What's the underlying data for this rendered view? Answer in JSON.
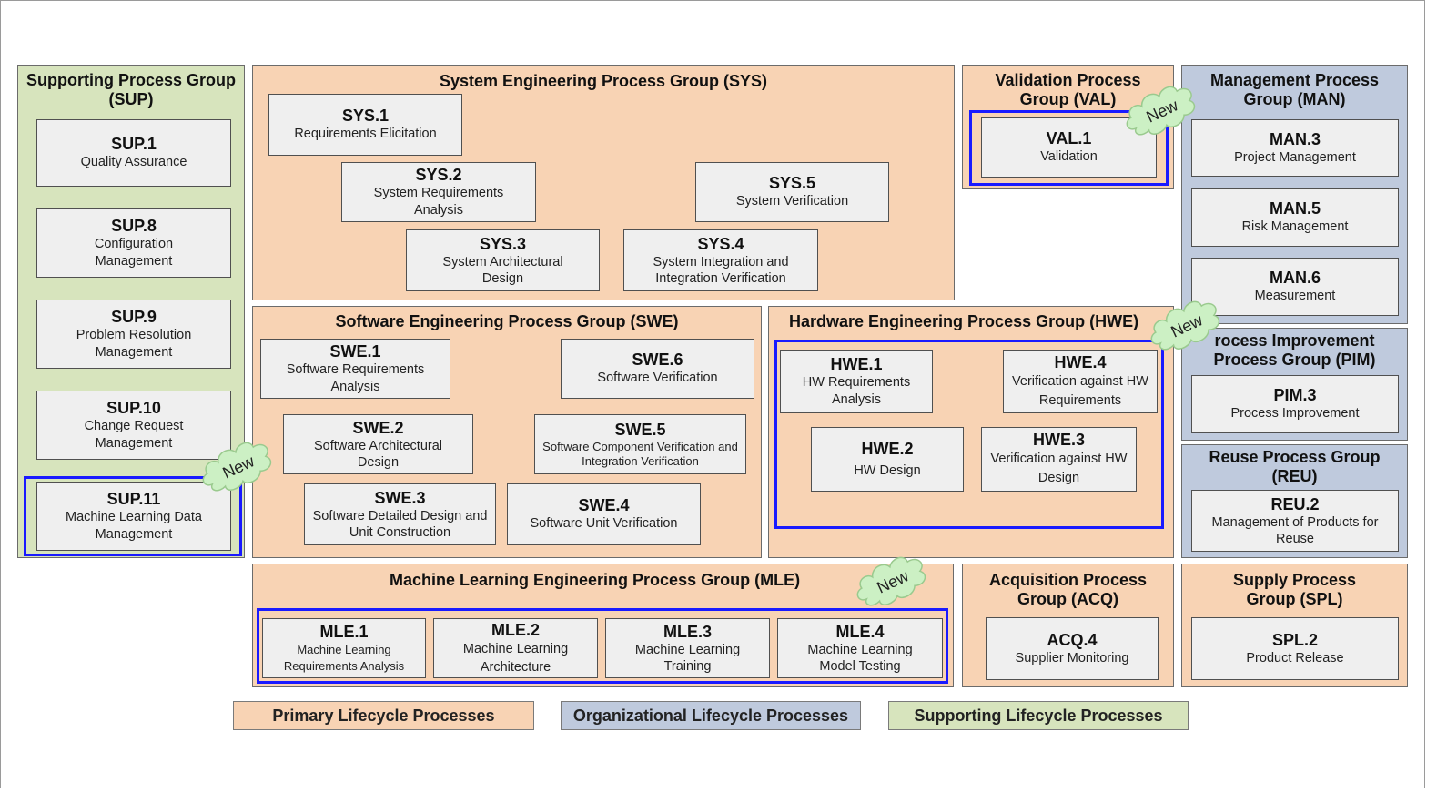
{
  "groups": {
    "sup": {
      "title": "Supporting Process Group (SUP)"
    },
    "sys": {
      "title": "System Engineering Process Group (SYS)"
    },
    "val": {
      "title": "Validation Process Group (VAL)"
    },
    "man": {
      "title": "Management Process Group (MAN)"
    },
    "swe": {
      "title": "Software Engineering Process Group (SWE)"
    },
    "hwe": {
      "title": "Hardware Engineering Process Group (HWE)"
    },
    "pim": {
      "title": "rocess Improvement Process Group (PIM)"
    },
    "reu": {
      "title": "Reuse Process Group (REU)"
    },
    "mle": {
      "title": "Machine Learning Engineering Process Group (MLE)"
    },
    "acq": {
      "title": "Acquisition Process Group (ACQ)"
    },
    "spl": {
      "title": "Supply Process Group (SPL)"
    }
  },
  "processes": {
    "sup1": {
      "code": "SUP.1",
      "name": "Quality Assurance"
    },
    "sup8": {
      "code": "SUP.8",
      "name": "Configuration Management"
    },
    "sup9": {
      "code": "SUP.9",
      "name": "Problem Resolution Management"
    },
    "sup10": {
      "code": "SUP.10",
      "name": "Change Request Management"
    },
    "sup11": {
      "code": "SUP.11",
      "name": "Machine Learning Data Management"
    },
    "sys1": {
      "code": "SYS.1",
      "name": "Requirements Elicitation"
    },
    "sys2": {
      "code": "SYS.2",
      "name": "System Requirements Analysis"
    },
    "sys3": {
      "code": "SYS.3",
      "name": "System Architectural Design"
    },
    "sys4": {
      "code": "SYS.4",
      "name": "System Integration and Integration Verification"
    },
    "sys5": {
      "code": "SYS.5",
      "name": "System Verification"
    },
    "val1": {
      "code": "VAL.1",
      "name": "Validation"
    },
    "man3": {
      "code": "MAN.3",
      "name": "Project Management"
    },
    "man5": {
      "code": "MAN.5",
      "name": "Risk Management"
    },
    "man6": {
      "code": "MAN.6",
      "name": "Measurement"
    },
    "swe1": {
      "code": "SWE.1",
      "name": "Software Requirements Analysis"
    },
    "swe2": {
      "code": "SWE.2",
      "name": "Software Architectural Design"
    },
    "swe3": {
      "code": "SWE.3",
      "name": "Software Detailed Design and Unit Construction"
    },
    "swe4": {
      "code": "SWE.4",
      "name": "Software Unit Verification"
    },
    "swe5": {
      "code": "SWE.5",
      "name": "Software Component Verification and Integration Verification"
    },
    "swe6": {
      "code": "SWE.6",
      "name": "Software Verification"
    },
    "hwe1": {
      "code": "HWE.1",
      "name": "HW Requirements Analysis"
    },
    "hwe2": {
      "code": "HWE.2",
      "name": "HW Design"
    },
    "hwe3": {
      "code": "HWE.3",
      "name": "Verification against HW Design"
    },
    "hwe4": {
      "code": "HWE.4",
      "name": "Verification against HW Requirements"
    },
    "pim3": {
      "code": "PIM.3",
      "name": "Process Improvement"
    },
    "reu2": {
      "code": "REU.2",
      "name": "Management of Products for Reuse"
    },
    "mle1": {
      "code": "MLE.1",
      "name": "Machine Learning Requirements Analysis"
    },
    "mle2": {
      "code": "MLE.2",
      "name": "Machine Learning Architecture"
    },
    "mle3": {
      "code": "MLE.3",
      "name": "Machine Learning Training"
    },
    "mle4": {
      "code": "MLE.4",
      "name": "Machine Learning Model Testing"
    },
    "acq4": {
      "code": "ACQ.4",
      "name": "Supplier Monitoring"
    },
    "spl2": {
      "code": "SPL.2",
      "name": "Product Release"
    }
  },
  "badge": {
    "label": "New"
  },
  "legend": {
    "primary": "Primary Lifecycle Processes",
    "organizational": "Organizational Lifecycle Processes",
    "supporting": "Supporting Lifecycle Processes"
  },
  "colors": {
    "primary": "#f8d3b4",
    "organizational": "#bfcadd",
    "supporting": "#d7e4bd",
    "highlight": "#1a1aff",
    "badge": "#ccf0c4"
  }
}
